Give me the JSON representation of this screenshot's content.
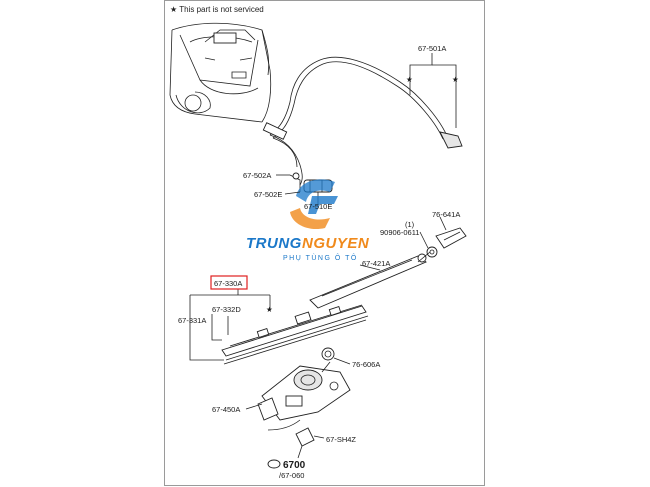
{
  "note": "★ This part is not serviced",
  "brand": {
    "name_part1": "TRUNG",
    "name_part2": "NGUYEN",
    "tagline": "PHỤ TÙNG Ô TÔ"
  },
  "labels": {
    "l_67_501A": "67-501A",
    "l_67_502A": "67-502A",
    "l_67_502E": "67-502E",
    "l_67_510E": "67-510E",
    "l_76_641A": "76-641A",
    "l_1": "(1)",
    "l_90906": "90906-0611",
    "l_67_421A": "67-421A",
    "l_67_330A": "67-330A",
    "l_67_331A": "67-331A",
    "l_67_332D": "67-332D",
    "l_76_606A": "76-606A",
    "l_67_450A": "67-450A",
    "l_67_SH4Z": "67-SH4Z",
    "l_6700": "6700",
    "l_67_060": "/67-060"
  },
  "colors": {
    "highlight_box": "#e02020",
    "brand_blue": "#1b78c9",
    "brand_orange": "#f08a1c"
  }
}
